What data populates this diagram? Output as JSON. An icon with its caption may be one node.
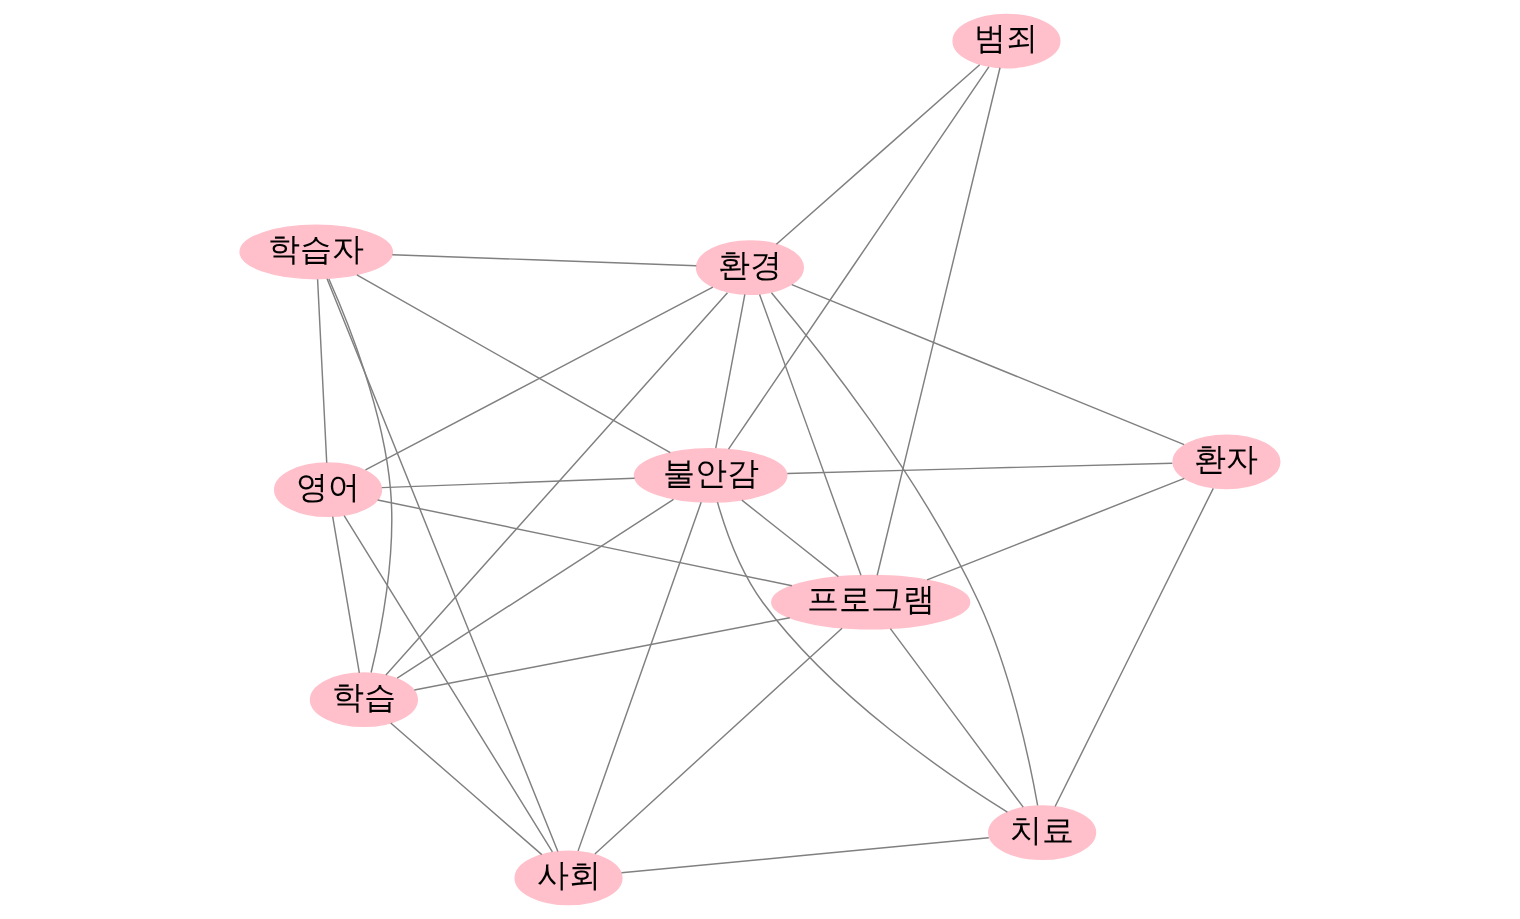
{
  "diagram": {
    "nodes": [
      {
        "text": [
          "환경"
        ]
      },
      {
        "text": [
          "범죄"
        ]
      },
      {
        "text": [
          "사회"
        ]
      },
      {
        "text": [
          "불안감"
        ]
      },
      {
        "text": [
          "프로그램"
        ]
      },
      {
        "text": [
          "학습자"
        ]
      },
      {
        "text": [
          "영어"
        ]
      },
      {
        "text": [
          "학습"
        ]
      },
      {
        "text": [
          "치료"
        ]
      },
      {
        "text": [
          "환자"
        ]
      }
    ],
    "edges": [
      {
        "from": 0,
        "to": 1,
        "arrow": "none"
      },
      {
        "from": 0,
        "to": 5,
        "arrow": "none"
      },
      {
        "from": 0,
        "to": 6,
        "arrow": "none"
      },
      {
        "from": 0,
        "to": 7,
        "arrow": "none"
      },
      {
        "from": 0,
        "to": 3,
        "arrow": "none"
      },
      {
        "from": 0,
        "to": 9,
        "arrow": "none"
      },
      {
        "from": 0,
        "to": 8,
        "arrow": "none"
      },
      {
        "from": 0,
        "to": 4,
        "arrow": "none"
      },
      {
        "from": 1,
        "to": 3,
        "arrow": "none"
      },
      {
        "from": 1,
        "to": 4,
        "arrow": "none"
      },
      {
        "from": 2,
        "to": 5,
        "arrow": "none"
      },
      {
        "from": 2,
        "to": 6,
        "arrow": "none"
      },
      {
        "from": 2,
        "to": 3,
        "arrow": "none"
      },
      {
        "from": 2,
        "to": 7,
        "arrow": "none"
      },
      {
        "from": 2,
        "to": 4,
        "arrow": "none"
      },
      {
        "from": 2,
        "to": 8,
        "arrow": "none"
      },
      {
        "from": 3,
        "to": 4,
        "arrow": "none"
      },
      {
        "from": 3,
        "to": 5,
        "arrow": "none"
      },
      {
        "from": 3,
        "to": 6,
        "arrow": "none"
      },
      {
        "from": 3,
        "to": 7,
        "arrow": "none"
      },
      {
        "from": 3,
        "to": 9,
        "arrow": "none"
      },
      {
        "from": 3,
        "to": 8,
        "arrow": "none"
      },
      {
        "from": 5,
        "to": 6,
        "arrow": "none"
      },
      {
        "from": 5,
        "to": 7,
        "arrow": "none"
      },
      {
        "from": 6,
        "to": 7,
        "arrow": "none"
      },
      {
        "from": 6,
        "to": 4,
        "arrow": "none"
      },
      {
        "from": 7,
        "to": 4,
        "arrow": "none"
      },
      {
        "from": 4,
        "to": 9,
        "arrow": "none"
      },
      {
        "from": 4,
        "to": 8,
        "arrow": "none"
      },
      {
        "from": 8,
        "to": 9,
        "arrow": "none"
      }
    ]
  }
}
